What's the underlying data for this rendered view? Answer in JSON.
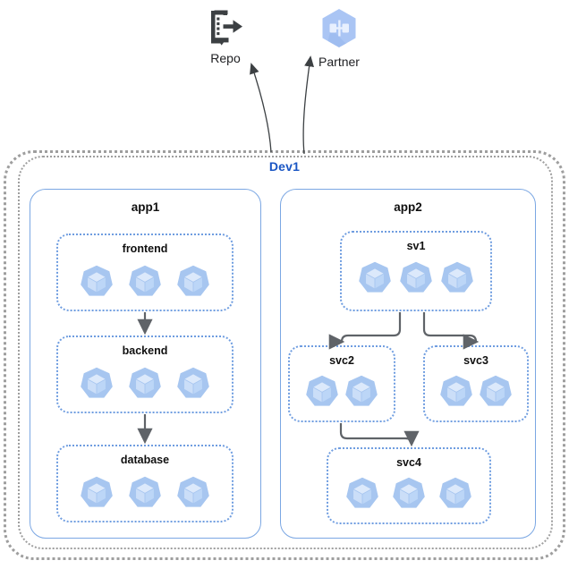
{
  "diagram": {
    "title": "Dev1",
    "colors": {
      "env_border": "#9e9e9e",
      "env_title": "#1a56c4",
      "app_border": "#7ba7e3",
      "service_border": "#6f9de0",
      "pod_fill": "#a7c6f0",
      "pod_face": "#cbdef8",
      "arrow": "#5f6368",
      "partner_icon": "#aac5f4",
      "repo_icon": "#3c4043",
      "text": "#202124"
    },
    "external_nodes": [
      {
        "id": "repo",
        "label": "Repo",
        "icon": "repo-export-icon"
      },
      {
        "id": "partner",
        "label": "Partner",
        "icon": "partner-interconnect-icon"
      }
    ],
    "environment": {
      "label": "Dev1",
      "apps": [
        {
          "id": "app1",
          "label": "app1",
          "services": [
            {
              "id": "frontend",
              "label": "frontend",
              "pods": 3
            },
            {
              "id": "backend",
              "label": "backend",
              "pods": 3
            },
            {
              "id": "database",
              "label": "database",
              "pods": 3
            }
          ],
          "edges": [
            {
              "from": "frontend",
              "to": "backend"
            },
            {
              "from": "backend",
              "to": "database"
            }
          ]
        },
        {
          "id": "app2",
          "label": "app2",
          "services": [
            {
              "id": "sv1",
              "label": "sv1",
              "pods": 3
            },
            {
              "id": "svc2",
              "label": "svc2",
              "pods": 2
            },
            {
              "id": "svc3",
              "label": "svc3",
              "pods": 2
            },
            {
              "id": "svc4",
              "label": "svc4",
              "pods": 3
            }
          ],
          "edges": [
            {
              "from": "sv1",
              "to": "svc2"
            },
            {
              "from": "sv1",
              "to": "svc3"
            },
            {
              "from": "svc2",
              "to": "svc4"
            }
          ]
        }
      ]
    },
    "external_edges": [
      {
        "from": "Dev1",
        "to": "Repo"
      },
      {
        "from": "Dev1",
        "to": "Partner"
      }
    ]
  }
}
